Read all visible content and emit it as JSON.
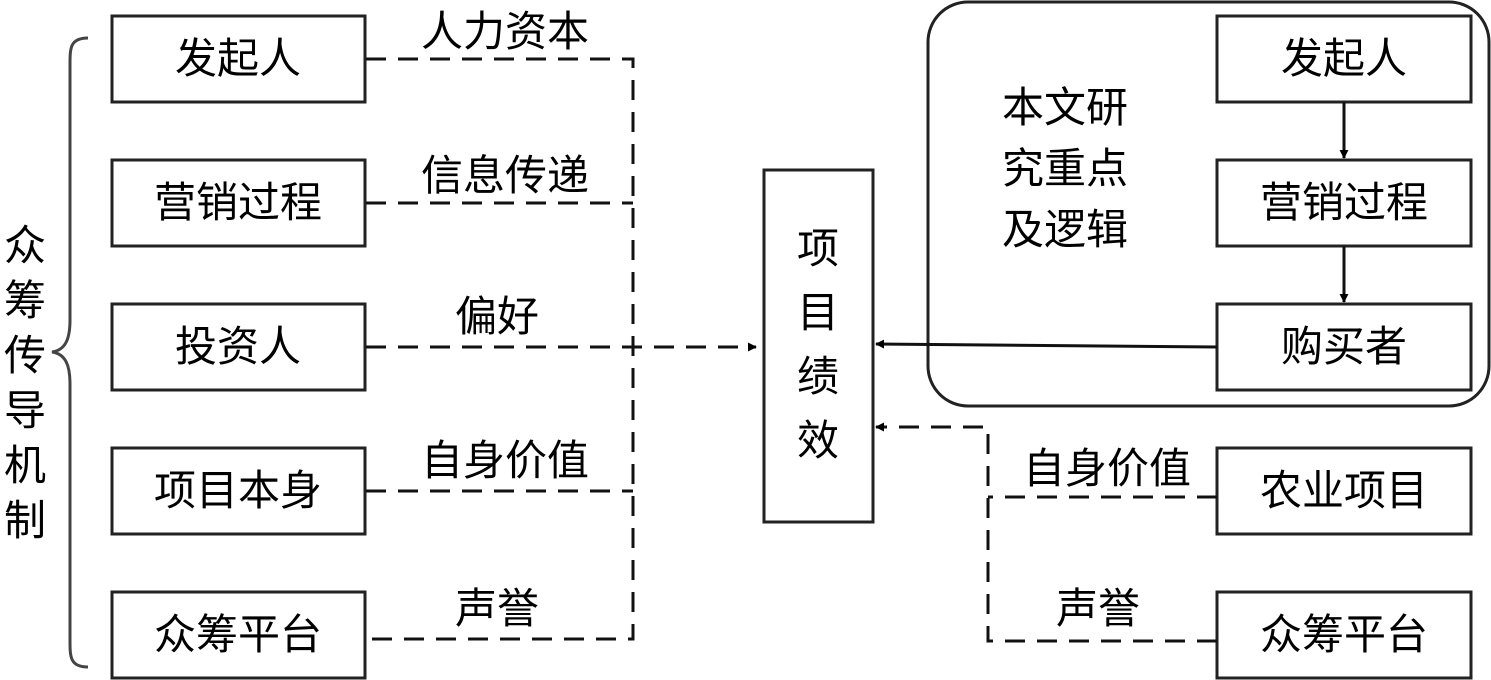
{
  "mechanism_label": [
    "众",
    "筹",
    "传",
    "导",
    "机",
    "制"
  ],
  "left_boxes": [
    "发起人",
    "营销过程",
    "投资人",
    "项目本身",
    "众筹平台"
  ],
  "left_edge_labels": [
    "人力资本",
    "信息传递",
    "偏好",
    "自身价值",
    "声誉"
  ],
  "center_box": [
    "项",
    "目",
    "绩",
    "效"
  ],
  "focus_label": [
    "本文研",
    "究重点",
    "及逻辑"
  ],
  "focus_boxes": [
    "发起人",
    "营销过程",
    "购买者"
  ],
  "right_boxes": [
    "农业项目",
    "众筹平台"
  ],
  "right_edge_labels": [
    "自身价值",
    "声誉"
  ]
}
